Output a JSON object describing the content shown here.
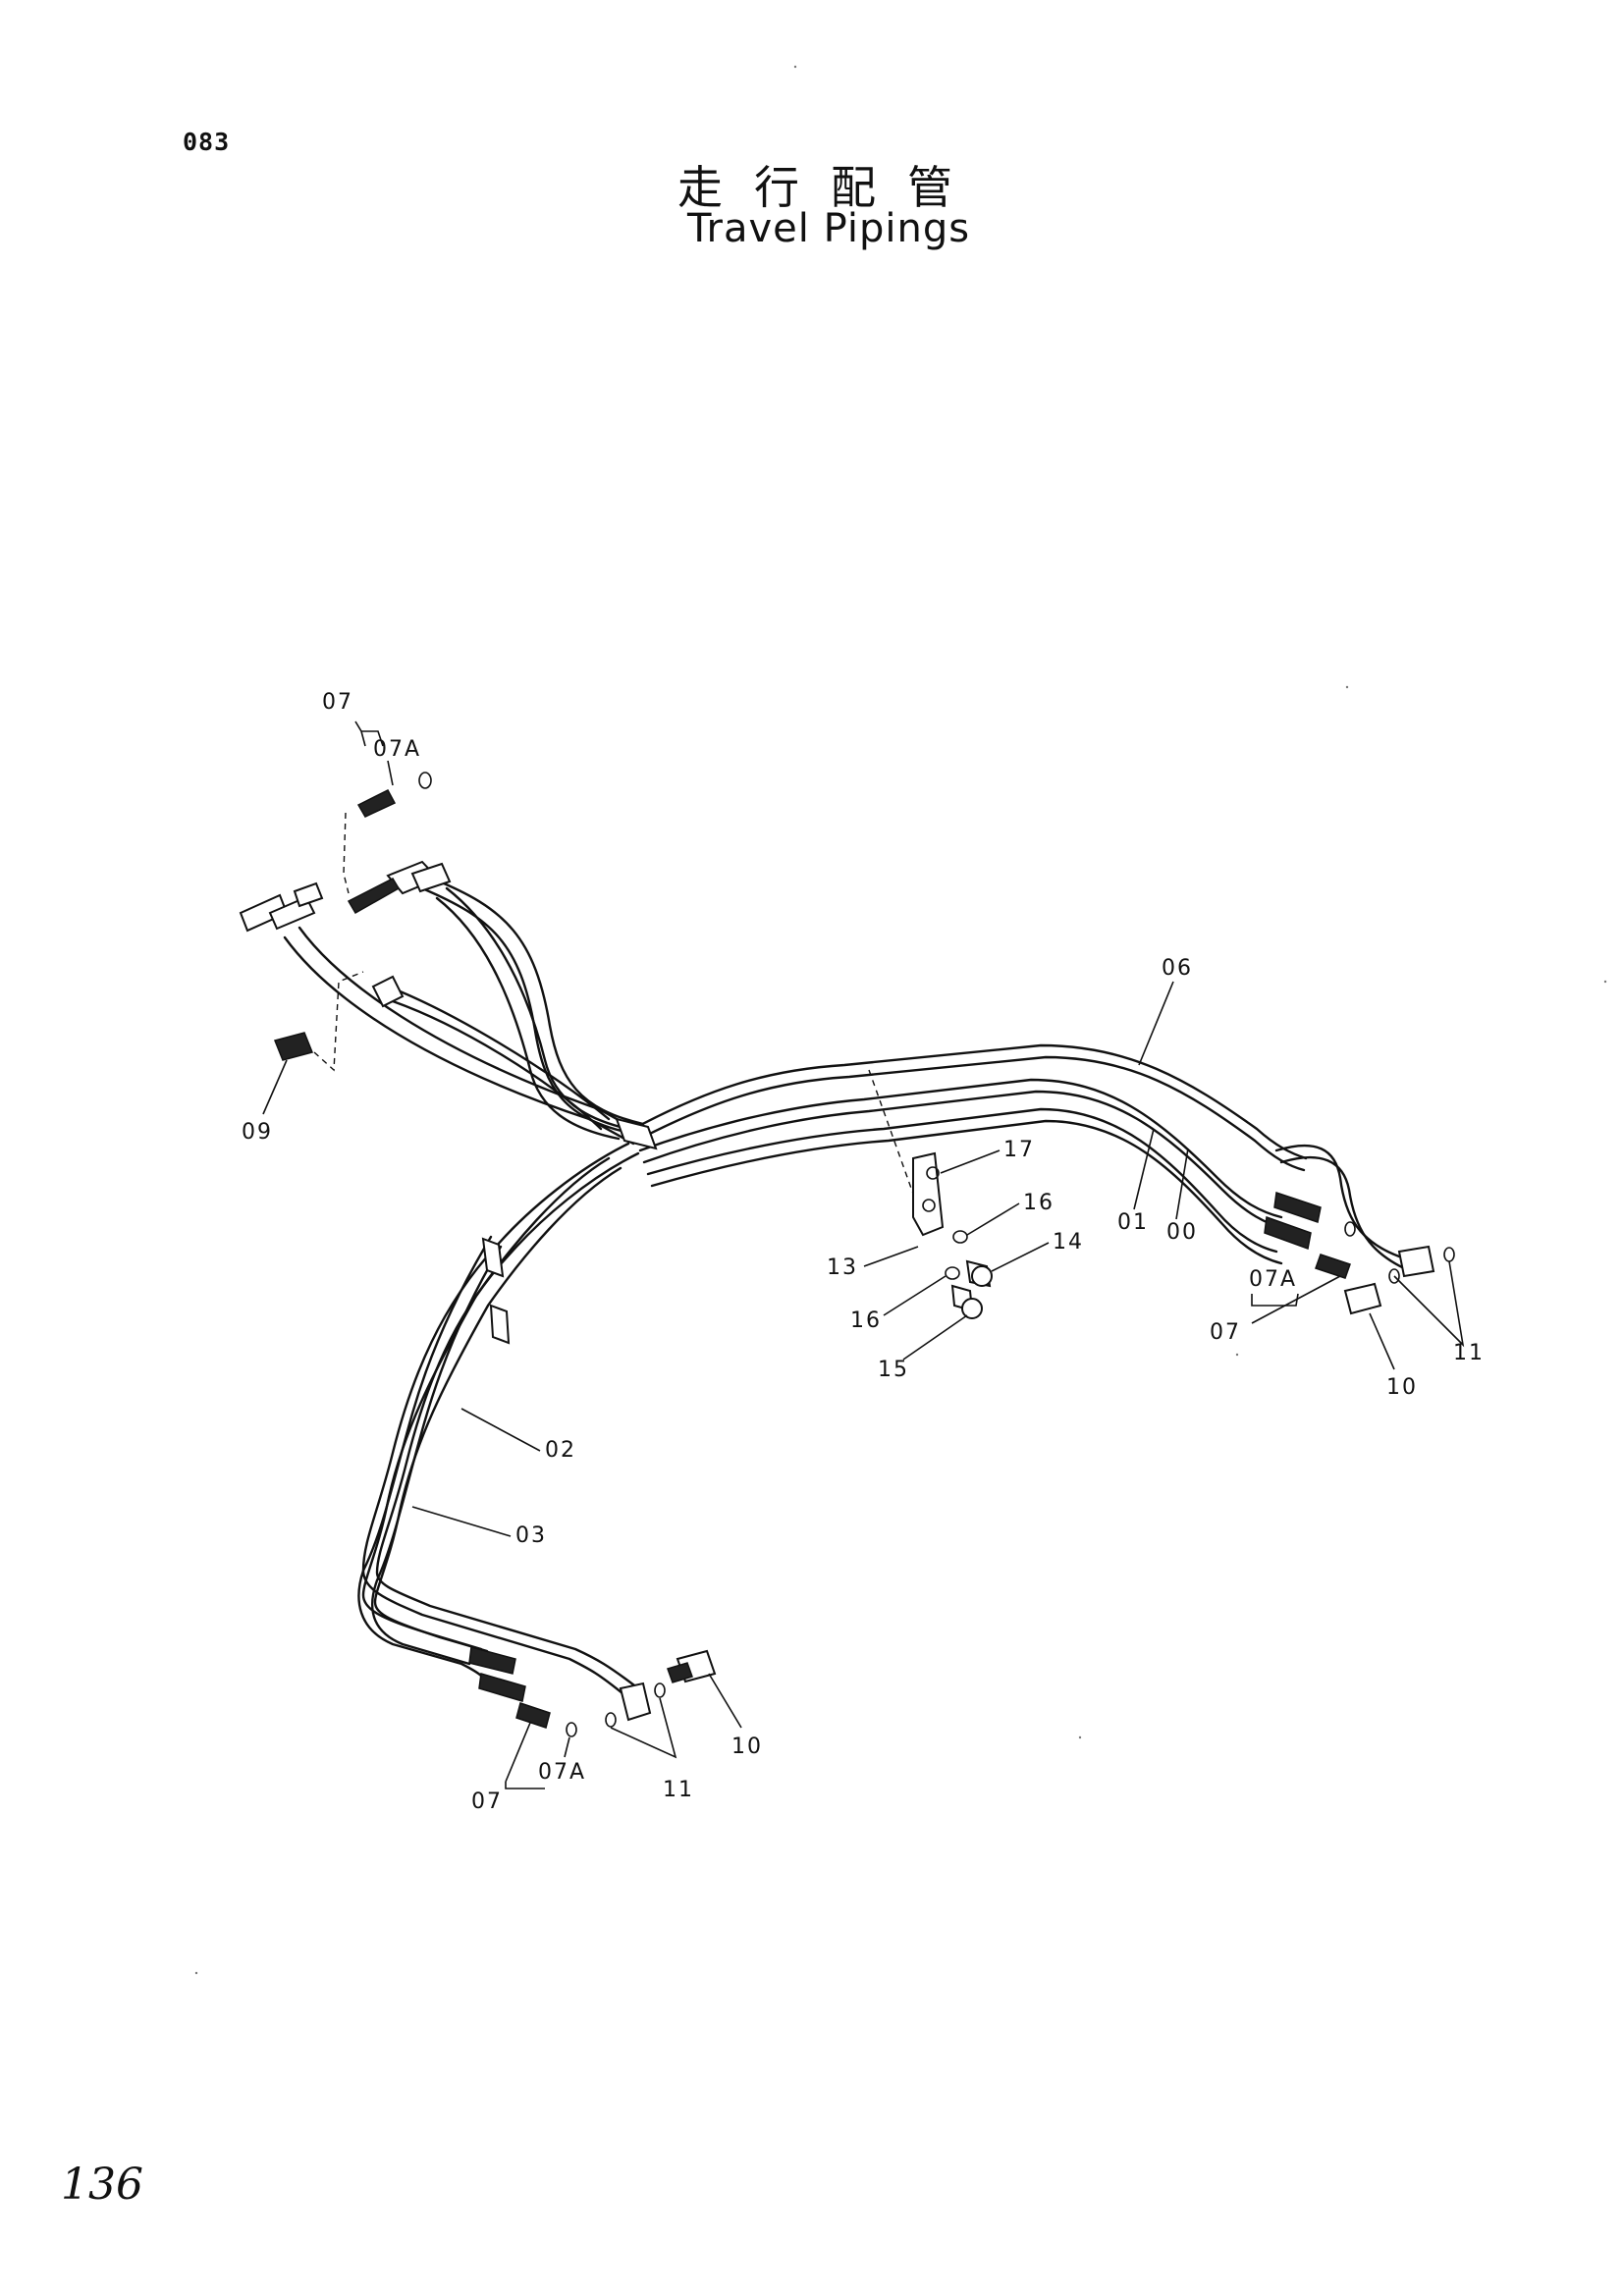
{
  "header": {
    "page_number": "083",
    "title_japanese": "走行配管",
    "title_english": "Travel Pipings"
  },
  "footer": {
    "handwritten_note": "136"
  },
  "callouts": {
    "c00": "00",
    "c01": "01",
    "c02": "02",
    "c03": "03",
    "c06": "06",
    "c07_top": "07",
    "c07a_top": "07A",
    "c09": "09",
    "c07_right": "07",
    "c07a_right": "07A",
    "c10_right": "10",
    "c11_right": "11",
    "c13": "13",
    "c14": "14",
    "c15": "15",
    "c16_upper": "16",
    "c16_lower": "16",
    "c17": "17",
    "c07_bottom": "07",
    "c07a_bottom": "07A",
    "c10_bottom": "10",
    "c11_bottom": "11"
  }
}
